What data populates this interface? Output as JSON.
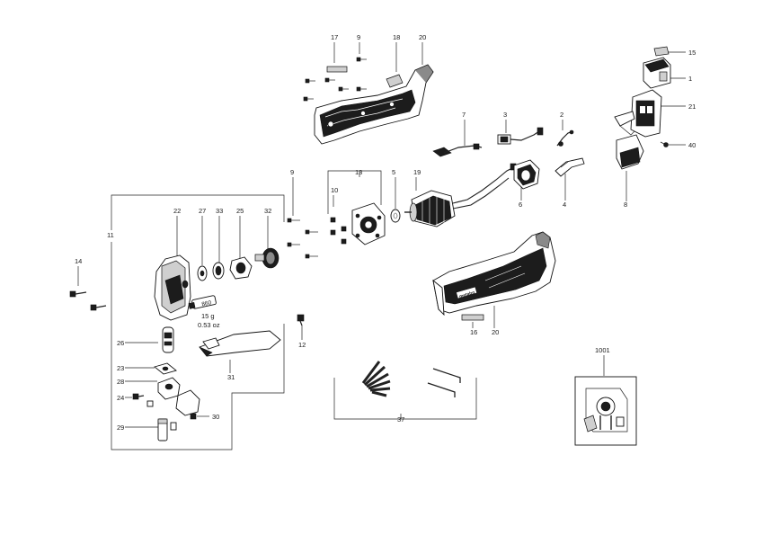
{
  "diagram": {
    "callouts": {
      "c17": "17",
      "c9a": "9",
      "c18": "18",
      "c20a": "20",
      "c15": "15",
      "c1": "1",
      "c7": "7",
      "c3": "3",
      "c2": "2",
      "c21": "21",
      "c40": "40",
      "c8": "8",
      "c9b": "9",
      "c13": "13",
      "c5": "5",
      "c19": "19",
      "c6": "6",
      "c4": "4",
      "c10": "10",
      "c11": "11",
      "c22": "22",
      "c27": "27",
      "c33": "33",
      "c25": "25",
      "c32": "32",
      "c14": "14",
      "c12": "12",
      "c16": "16",
      "c20b": "20",
      "c26": "26",
      "c23": "23",
      "c28": "28",
      "c24": "24",
      "c29": "29",
      "c30": "30",
      "c31": "31",
      "c37": "37",
      "c1001": "1001"
    },
    "grease": {
      "tube_label": "860",
      "weight_g": "15 g",
      "weight_oz": "0.53 oz"
    },
    "brand_on_housing": "metabo"
  }
}
